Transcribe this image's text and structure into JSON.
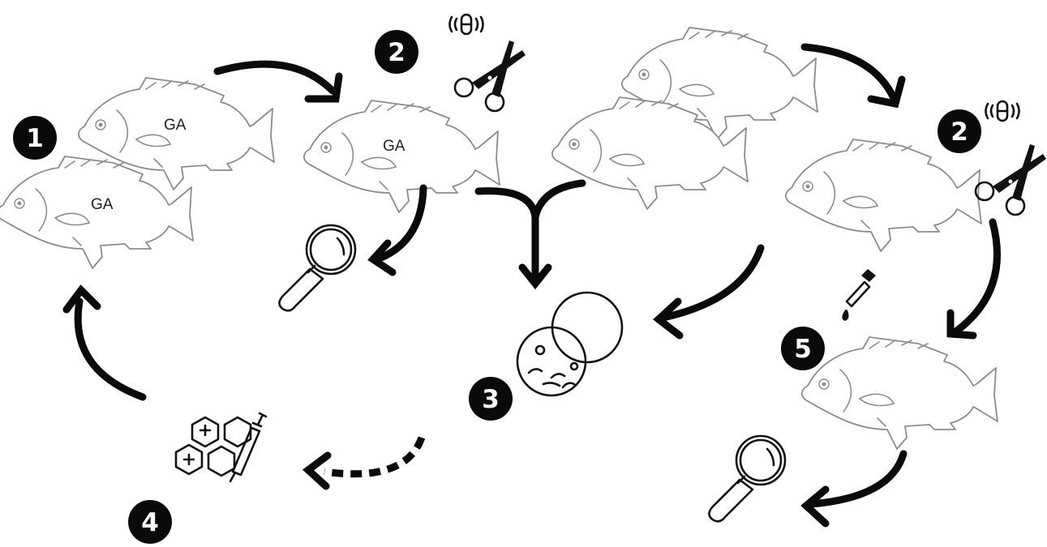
{
  "badges": [
    "1",
    "2",
    "2",
    "3",
    "4",
    "5"
  ],
  "fish_labels": [
    "GA",
    "GA",
    "GA"
  ],
  "icons": [
    "fish-icon",
    "scissors-icon",
    "vibration-tag-icon",
    "magnifier-icon",
    "petri-dish-icon",
    "cell-culture-syringe-icon",
    "dropper-icon",
    "arrow-icon"
  ]
}
